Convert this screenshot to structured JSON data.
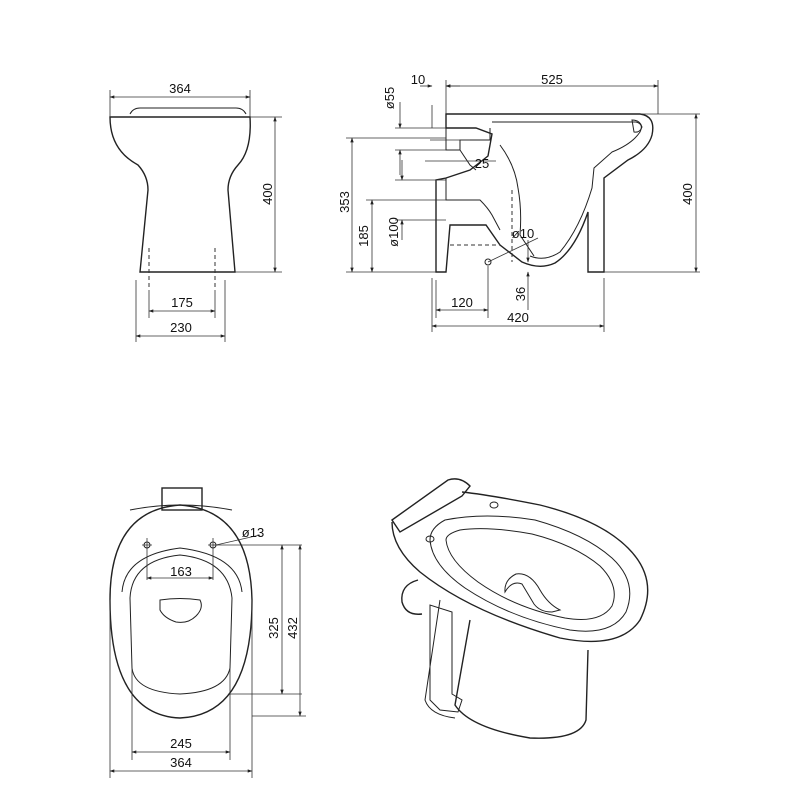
{
  "front_view": {
    "top_width": "364",
    "height": "400",
    "inner_fixing": "175",
    "base_width": "230"
  },
  "side_view": {
    "wall_gap": "10",
    "length": "525",
    "inlet_dia": "ø55",
    "inlet_offset": "25",
    "height_353": "353",
    "height_185": "185",
    "outlet_dia": "ø100",
    "fixing_dia": "ø10",
    "base_setback": "120",
    "fixing_height": "36",
    "base_length": "420",
    "height": "400"
  },
  "top_view": {
    "hole_dia": "ø13",
    "hole_spacing": "163",
    "opening_length": "325",
    "overall_length": "432",
    "opening_width": "245",
    "overall_width": "364"
  }
}
